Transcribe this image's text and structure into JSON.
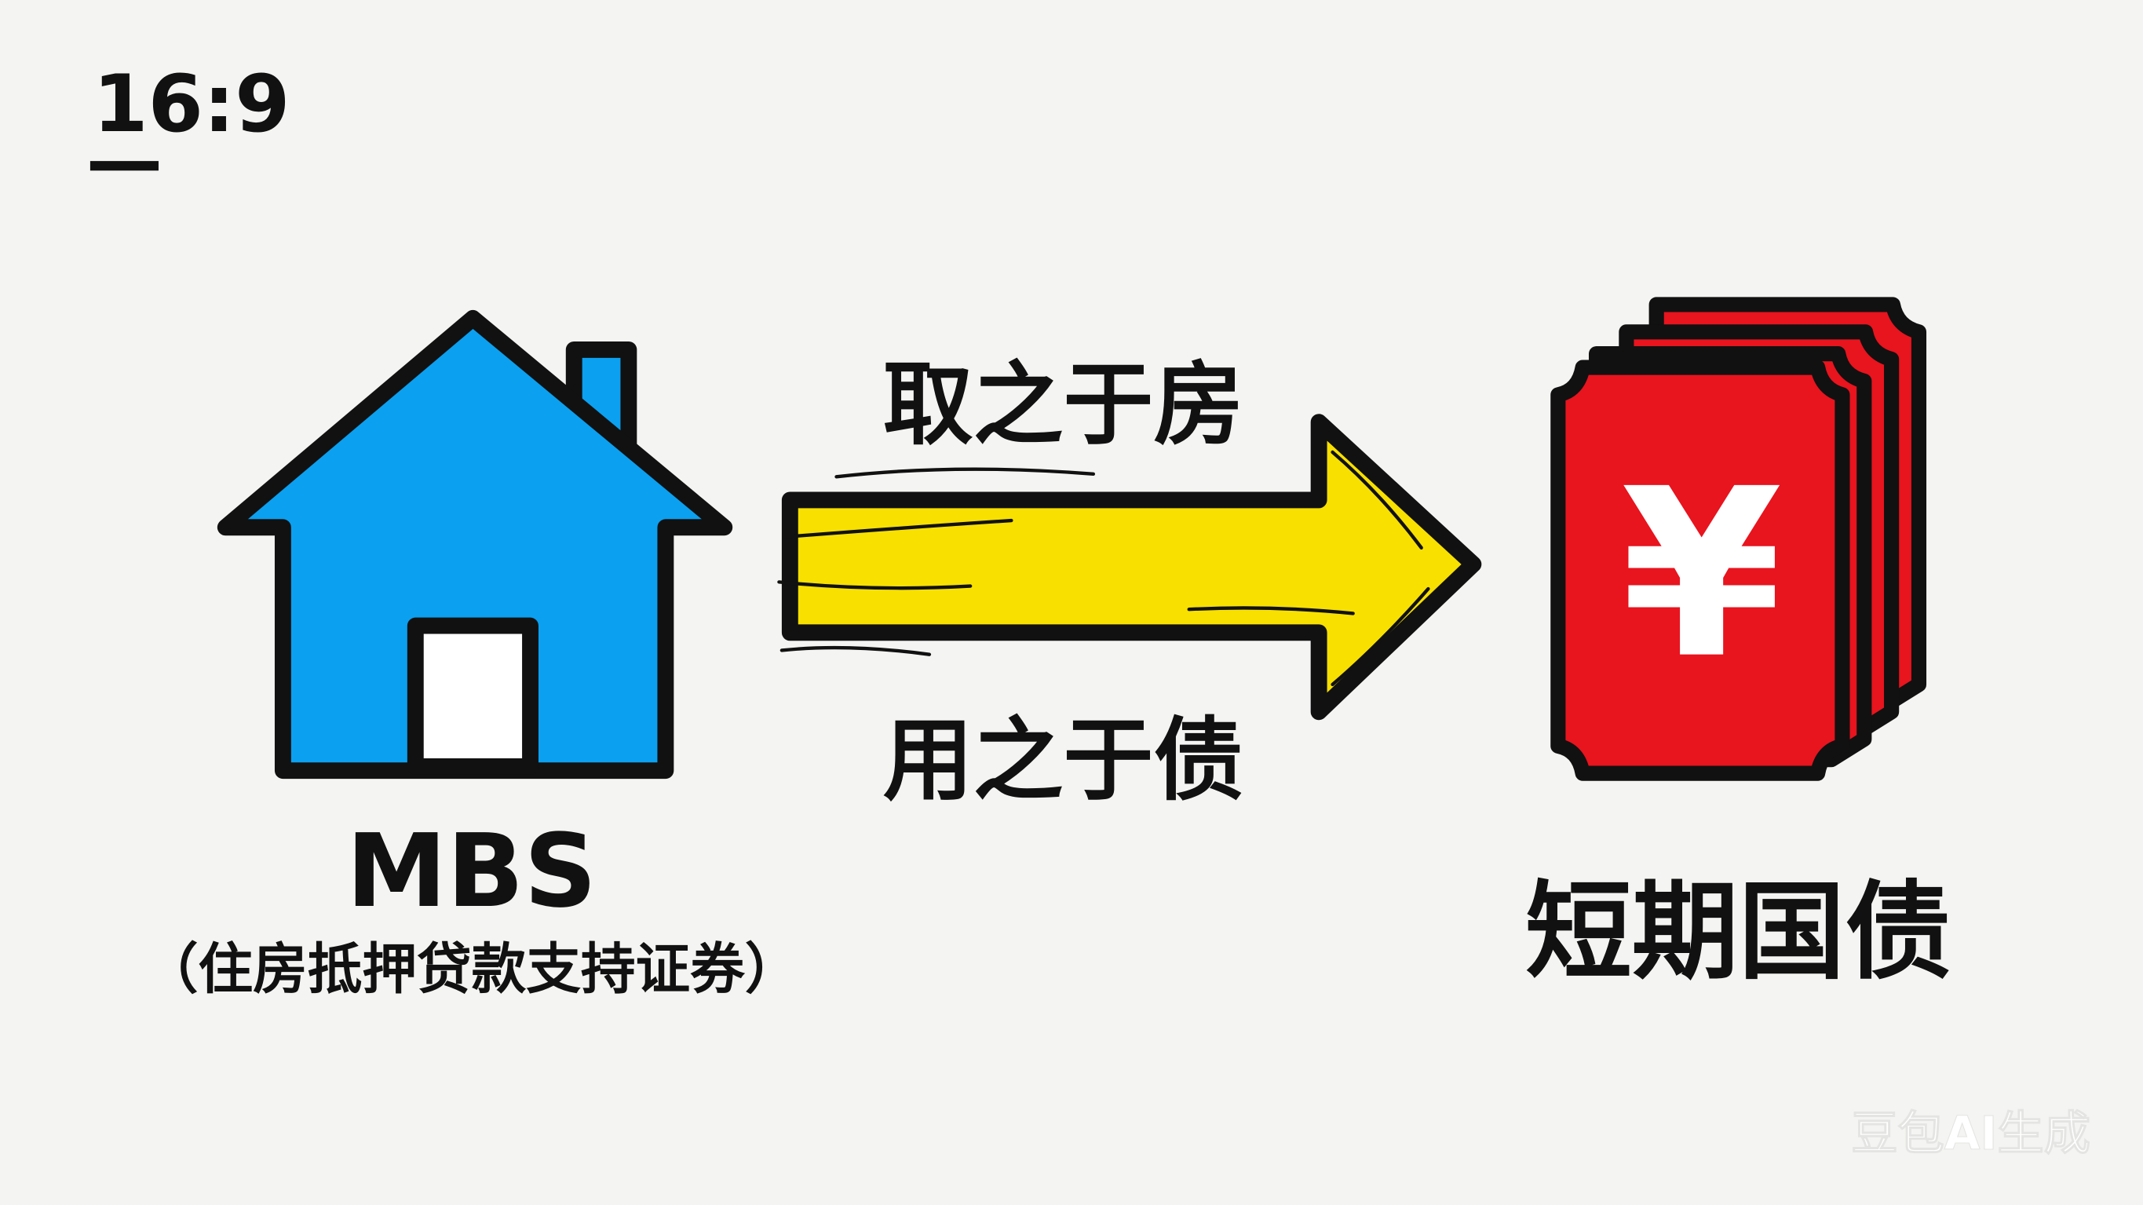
{
  "aspect_label": "16:9",
  "left": {
    "title": "MBS",
    "subtitle": "（住房抵押贷款支持证券）",
    "icon": "house-icon"
  },
  "arrow": {
    "top_label": "取之于房",
    "bottom_label": "用之于债",
    "icon": "arrow-right-icon"
  },
  "right": {
    "title": "短期国债",
    "symbol": "¥",
    "icon": "red-bills-icon"
  },
  "watermark": "豆包AI生成",
  "colors": {
    "house": "#0ba0f0",
    "arrow": "#f8e000",
    "bills": "#e8141e",
    "outline": "#111111",
    "background": "#f4f4f2"
  }
}
